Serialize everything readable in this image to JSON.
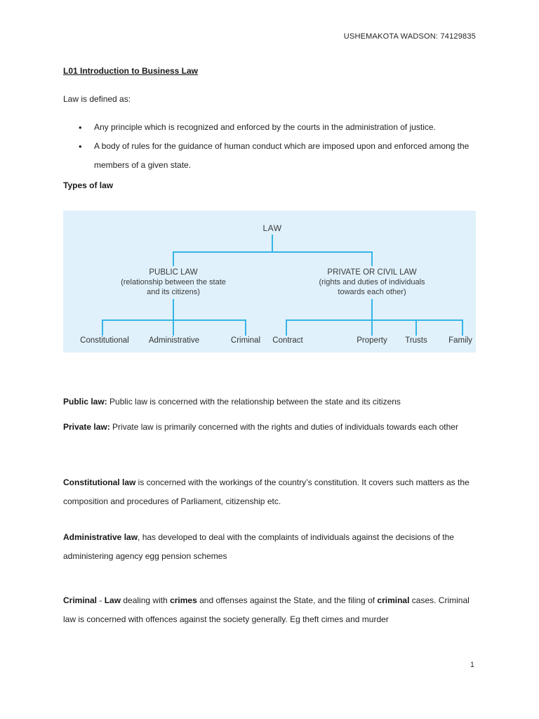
{
  "header": {
    "owner": "USHEMAKOTA WADSON: 74129835"
  },
  "title": "L01 Introduction to Business Law",
  "intro": "Law is defined as:",
  "bullets": [
    "Any principle which is recognized and enforced by the courts in the administration of justice.",
    "A body of rules for the guidance of human conduct which are imposed upon and enforced among the members of a given state."
  ],
  "types_heading": "Types of law",
  "diagram": {
    "root": "LAW",
    "public": {
      "title": "PUBLIC LAW",
      "sub1": "(relationship between the state",
      "sub2": "and its citizens)",
      "children": [
        "Constitutional",
        "Administrative",
        "Criminal"
      ]
    },
    "private": {
      "title": "PRIVATE OR CIVIL LAW",
      "sub1": "(rights and duties of individuals",
      "sub2": "towards each other)",
      "children": [
        "Contract",
        "Property",
        "Trusts",
        "Family"
      ]
    },
    "colors": {
      "background": "#e0f1fb",
      "line": "#35b5e5"
    }
  },
  "paragraphs": {
    "public": {
      "bold": "Public law:",
      "rest": " Public law is concerned with the relationship between the state and its citizens"
    },
    "private": {
      "bold": "Private law:",
      "rest": " Private law is primarily concerned with the rights and duties of individuals towards each other"
    },
    "constitutional": {
      "bold": "Constitutional law",
      "rest": " is concerned with the workings of the country’s constitution. It covers such matters as the composition and procedures of Parliament, citizenship etc."
    },
    "administrative": {
      "bold": "Administrative law",
      "rest": ", has developed to deal with the complaints of individuals against the decisions of the administering agency egg pension schemes"
    },
    "criminal": {
      "b1": "Criminal",
      "s1": "  - ",
      "b2": "Law",
      "s2": " dealing with ",
      "b3": "crimes",
      "s3": " and offenses against the State, and the filing of ",
      "b4": "criminal",
      "s4": " cases. Criminal law is concerned with offences against the society generally. Eg theft cimes and murder"
    }
  },
  "page_number": "1"
}
